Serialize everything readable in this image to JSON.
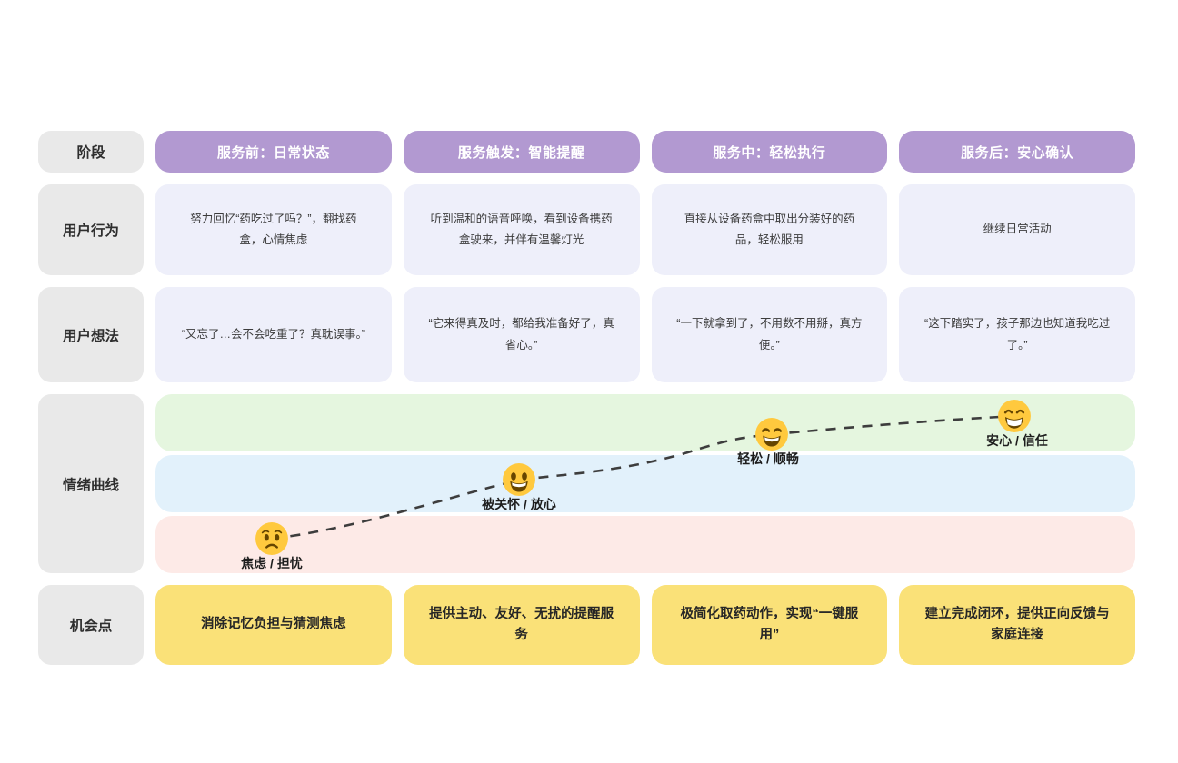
{
  "row_labels": {
    "stage": "阶段",
    "behavior": "用户行为",
    "thoughts": "用户想法",
    "emotion": "情绪曲线",
    "opportunity": "机会点"
  },
  "stages": [
    {
      "title": "服务前：日常状态",
      "behavior": "努力回忆“药吃过了吗？”，翻找药盒，心情焦虑",
      "thought": "“又忘了…会不会吃重了？真耽误事。”",
      "opportunity": "消除记忆负担与猜测焦虑"
    },
    {
      "title": "服务触发：智能提醒",
      "behavior": "听到温和的语音呼唤，看到设备携药盒驶来，并伴有温馨灯光",
      "thought": "“它来得真及时，都给我准备好了，真省心。”",
      "opportunity": "提供主动、友好、无扰的提醒服务"
    },
    {
      "title": "服务中：轻松执行",
      "behavior": "直接从设备药盒中取出分装好的药品，轻松服用",
      "thought": "“一下就拿到了，不用数不用掰，真方便。”",
      "opportunity": "极简化取药动作，实现“一键服用”"
    },
    {
      "title": "服务后：安心确认",
      "behavior": "继续日常活动",
      "thought": "“这下踏实了，孩子那边也知道我吃过了。”",
      "opportunity": "建立完成闭环，提供正向反馈与家庭连接"
    }
  ],
  "emotion_points": [
    {
      "icon": "worried-face-icon",
      "emoji": "😟",
      "label": "焦虑 / 担忧"
    },
    {
      "icon": "grinning-face-big-eyes-icon",
      "emoji": "😃",
      "label": "被关怀 / 放心"
    },
    {
      "icon": "grinning-face-smiling-eyes-icon",
      "emoji": "😄",
      "label": "轻松 / 顺畅"
    },
    {
      "icon": "beaming-face-icon",
      "emoji": "😁",
      "label": "安心 / 信任"
    }
  ],
  "colors": {
    "stage_header": "#b299d1",
    "row_label_bg": "#e9e9e9",
    "card_bg": "#eeeffa",
    "band_positive": "#e5f6df",
    "band_neutral": "#e2f1fb",
    "band_negative": "#fdeae7",
    "opportunity_bg": "#fae178",
    "curve": "#3d3d3d",
    "emoji_yellow": "#ffc93e"
  }
}
